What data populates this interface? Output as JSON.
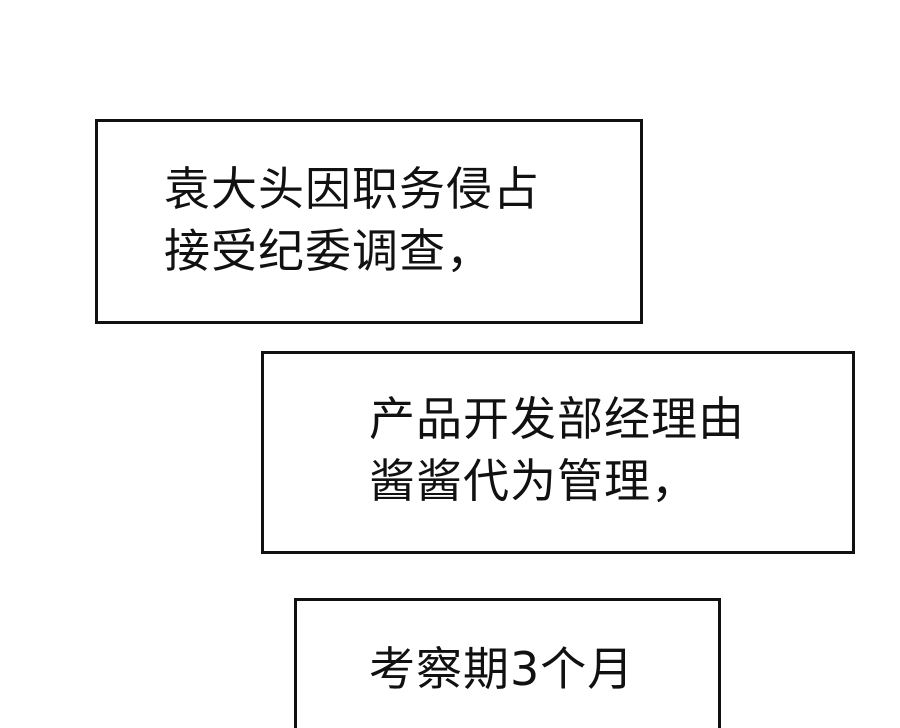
{
  "captions": [
    {
      "lines": [
        "袁大头因职务侵占",
        "接受纪委调查，"
      ]
    },
    {
      "lines": [
        "产品开发部经理由",
        "酱酱代为管理，"
      ]
    },
    {
      "lines": [
        "考察期3个月"
      ]
    }
  ]
}
